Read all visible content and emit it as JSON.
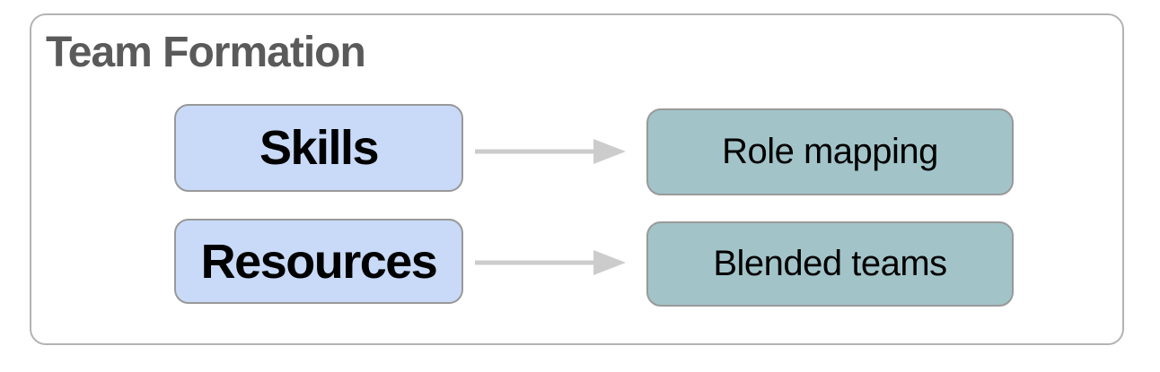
{
  "frame": {
    "title": "Team Formation"
  },
  "rows": [
    {
      "source": {
        "label": "Skills"
      },
      "target": {
        "label": "Role mapping"
      }
    },
    {
      "source": {
        "label": "Resources"
      },
      "target": {
        "label": "Blended teams"
      }
    }
  ],
  "icons": {
    "arrow": "right-arrow"
  },
  "colors": {
    "background": "#ffffff",
    "container-border": "#b3b3b3",
    "title": "#5a5a5a",
    "source-fill": "#c9daf8",
    "target-fill": "#a2c4c9",
    "box-border": "#999999",
    "arrow": "#cccccc",
    "label": "#000000"
  }
}
